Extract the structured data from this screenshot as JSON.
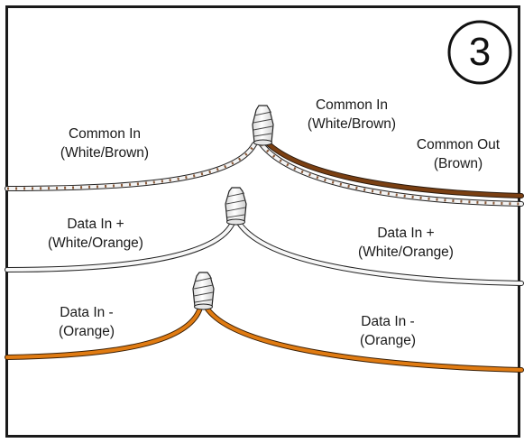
{
  "step": {
    "number": "3"
  },
  "colors": {
    "frame": "#1a1a1a",
    "white_brown_stripe": "#f3f3f3",
    "brown": "#7a3f12",
    "white_orange": "#f7f7f7",
    "orange": "#e07b12",
    "wire_nut": "#f2f2f2"
  },
  "labels": {
    "common_in_left": {
      "line1": "Common In",
      "line2": "(White/Brown)"
    },
    "common_in_top": {
      "line1": "Common In",
      "line2": "(White/Brown)"
    },
    "common_out": {
      "line1": "Common Out",
      "line2": "(Brown)"
    },
    "data_in_plus_left": {
      "line1": "Data In +",
      "line2": "(White/Orange)"
    },
    "data_in_plus_right": {
      "line1": "Data In +",
      "line2": "(White/Orange)"
    },
    "data_in_minus_left": {
      "line1": "Data In -",
      "line2": "(Orange)"
    },
    "data_in_minus_right": {
      "line1": "Data In -",
      "line2": "(Orange)"
    }
  },
  "connections": [
    {
      "name": "common",
      "wires": [
        "White/Brown",
        "White/Brown",
        "Brown"
      ]
    },
    {
      "name": "data-plus",
      "wires": [
        "White/Orange",
        "White/Orange"
      ]
    },
    {
      "name": "data-minus",
      "wires": [
        "Orange",
        "Orange"
      ]
    }
  ]
}
